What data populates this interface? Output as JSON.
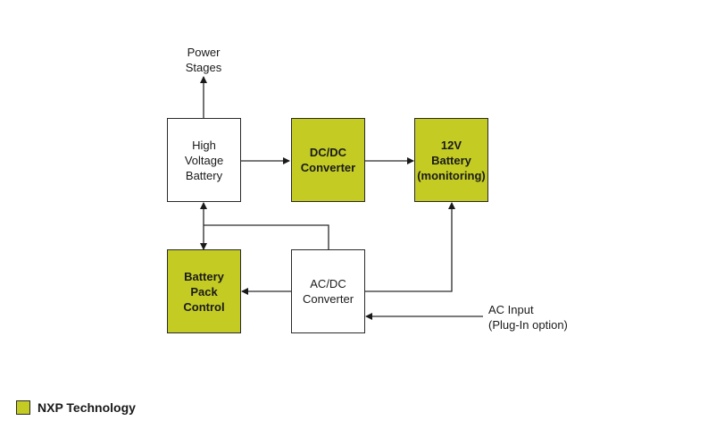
{
  "diagram": {
    "labels": {
      "power_stages": [
        "Power",
        "Stages"
      ],
      "ac_input": [
        "AC Input",
        "(Plug-In option)"
      ]
    },
    "blocks": {
      "hv_battery": {
        "lines": [
          "High",
          "Voltage",
          "Battery"
        ],
        "nxp": false
      },
      "dcdc": {
        "lines": [
          "DC/DC",
          "Converter"
        ],
        "nxp": true
      },
      "battery12v": {
        "lines": [
          "12V",
          "Battery",
          "(monitoring)"
        ],
        "nxp": true
      },
      "bpc": {
        "lines": [
          "Battery",
          "Pack",
          "Control"
        ],
        "nxp": true
      },
      "acdc": {
        "lines": [
          "AC/DC",
          "Converter"
        ],
        "nxp": false
      }
    },
    "legend": {
      "label": "NXP Technology",
      "color": "#c4cc24"
    },
    "colors": {
      "nxp": "#c4cc24",
      "line": "#2a2a2a"
    }
  }
}
